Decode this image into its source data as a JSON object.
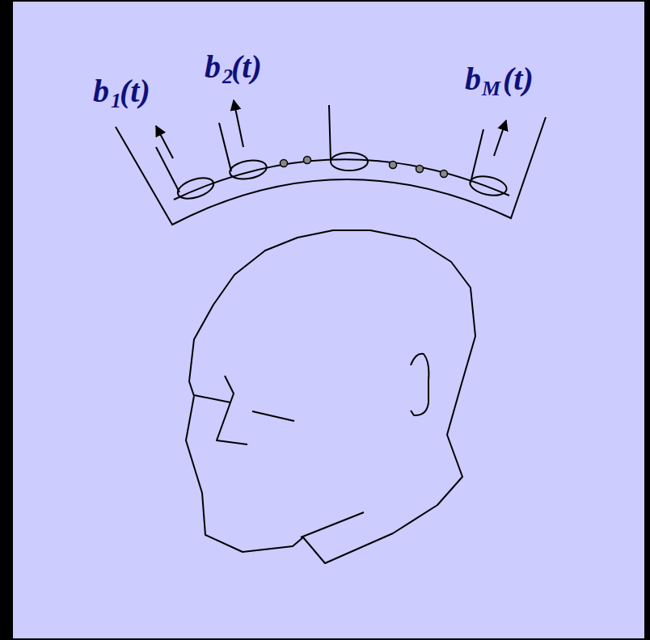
{
  "diagram": {
    "labels": [
      "b",
      "1",
      "(t)",
      "b",
      "2",
      "(t)",
      "b",
      "M",
      "(t)"
    ]
  }
}
